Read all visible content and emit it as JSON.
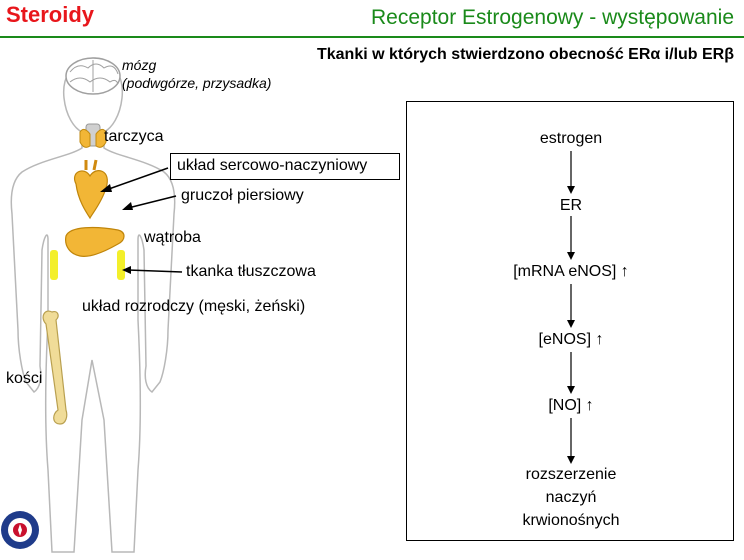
{
  "header": {
    "left_title": "Steroidy",
    "right_title": "Receptor Estrogenowy - występowanie"
  },
  "subtitle": "Tkanki w których stwierdzono obecność ERα i/lub ERβ",
  "organs": {
    "brain": "mózg",
    "brain_detail": "(podwgórze, przysadka)",
    "thyroid": "tarczyca",
    "cardiovascular": "układ sercowo-naczyniowy",
    "mammary": "gruczoł piersiowy",
    "liver": "wątroba",
    "adipose": "tkanka tłuszczowa",
    "reproductive": "układ rozrodczy (męski, żeński)",
    "bones": "kości"
  },
  "flow": {
    "steps": [
      "estrogen",
      "ER",
      "[mRNA eNOS] ↑",
      "[eNOS] ↑",
      "[NO] ↑"
    ],
    "result_lines": [
      "rozszerzenie",
      "naczyń",
      "krwionośnych"
    ]
  },
  "colors": {
    "header_left": "#e8161b",
    "header_right": "#1a8a1a",
    "organ_fill": "#f2b636",
    "fat_fill": "#f3ef2a"
  }
}
